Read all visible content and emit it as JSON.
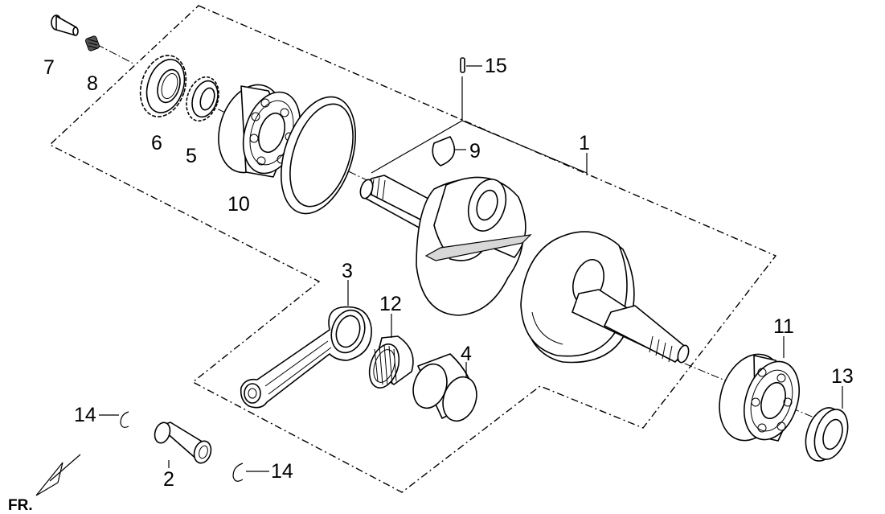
{
  "callouts": {
    "c1": "1",
    "c2": "2",
    "c3": "3",
    "c4": "4",
    "c5": "5",
    "c6": "6",
    "c7": "7",
    "c8": "8",
    "c9": "9",
    "c10": "10",
    "c11": "11",
    "c12": "12",
    "c13": "13",
    "c14a": "14",
    "c14b": "14",
    "c15": "15"
  },
  "direction_indicator": "FR."
}
